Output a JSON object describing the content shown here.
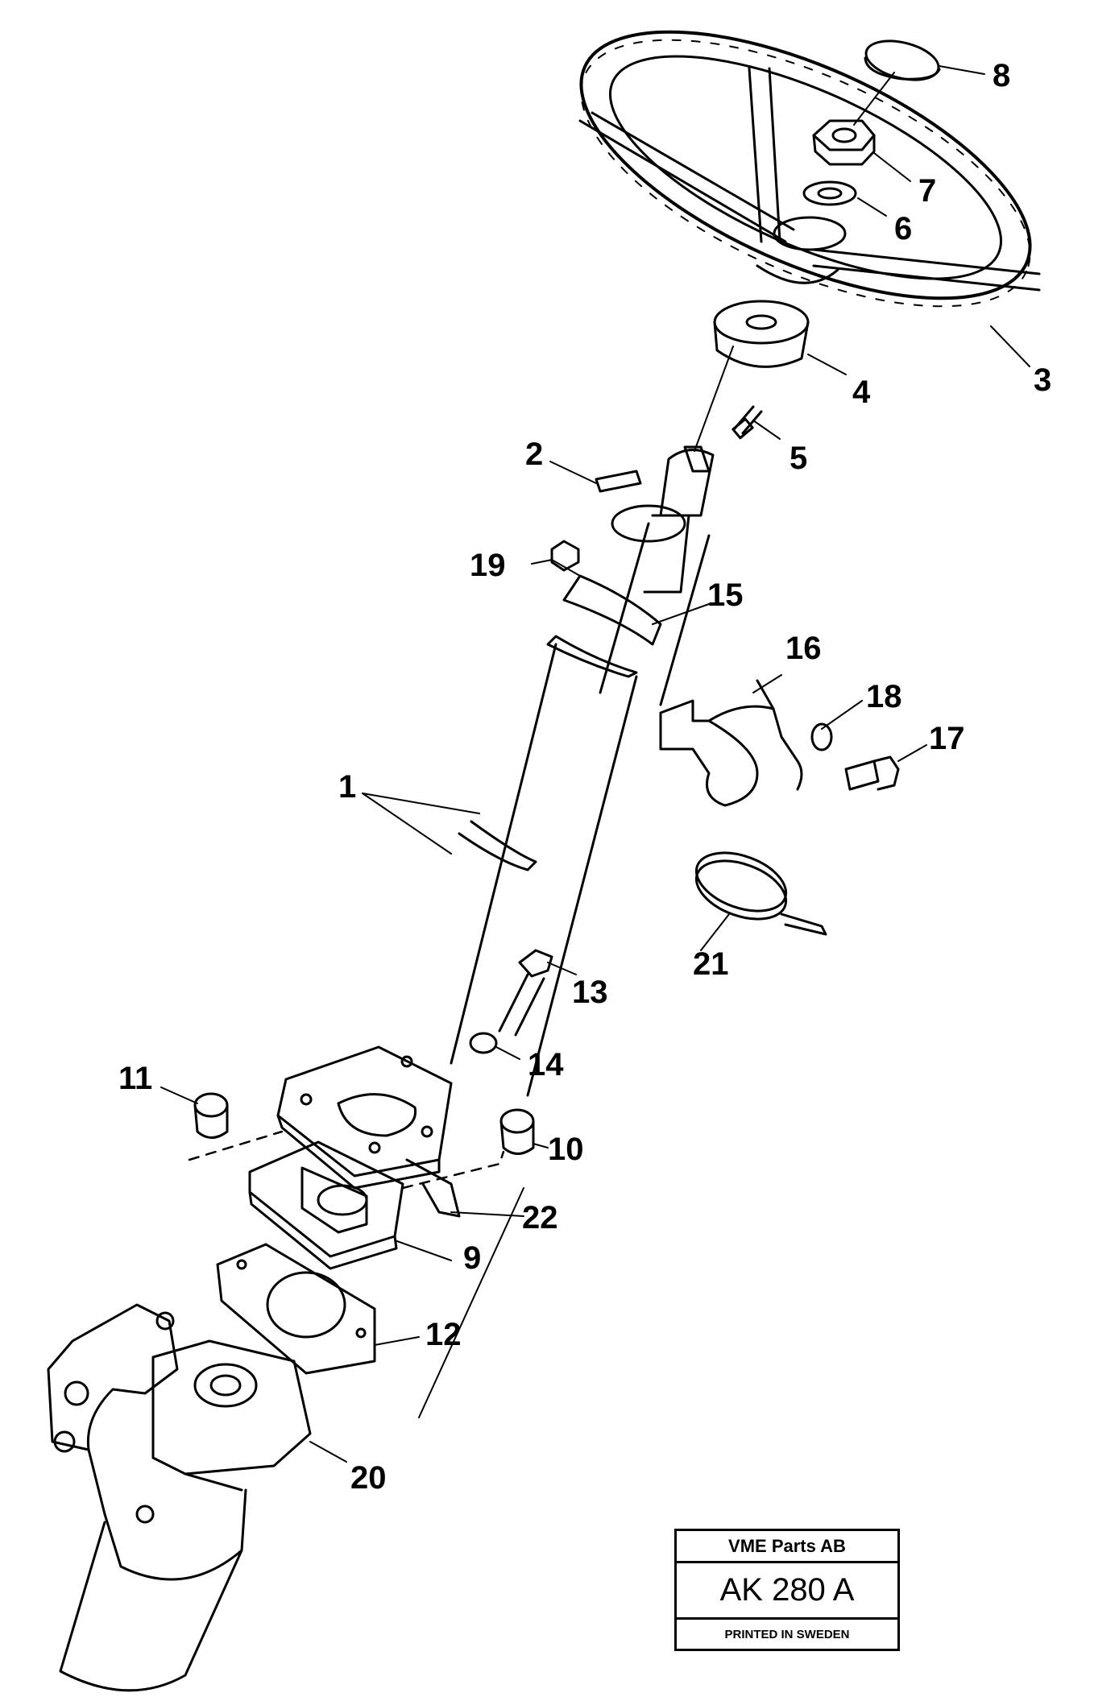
{
  "labels": {
    "n1": "1",
    "n2": "2",
    "n3": "3",
    "n4": "4",
    "n5": "5",
    "n6": "6",
    "n7": "7",
    "n8": "8",
    "n9": "9",
    "n10": "10",
    "n11": "11",
    "n12": "12",
    "n13": "13",
    "n14": "14",
    "n15": "15",
    "n16": "16",
    "n17": "17",
    "n18": "18",
    "n19": "19",
    "n20": "20",
    "n21": "21",
    "n22": "22"
  },
  "stamp": {
    "company": "VME Parts AB",
    "code": "AK 280 A",
    "printed": "PRINTED IN SWEDEN"
  }
}
